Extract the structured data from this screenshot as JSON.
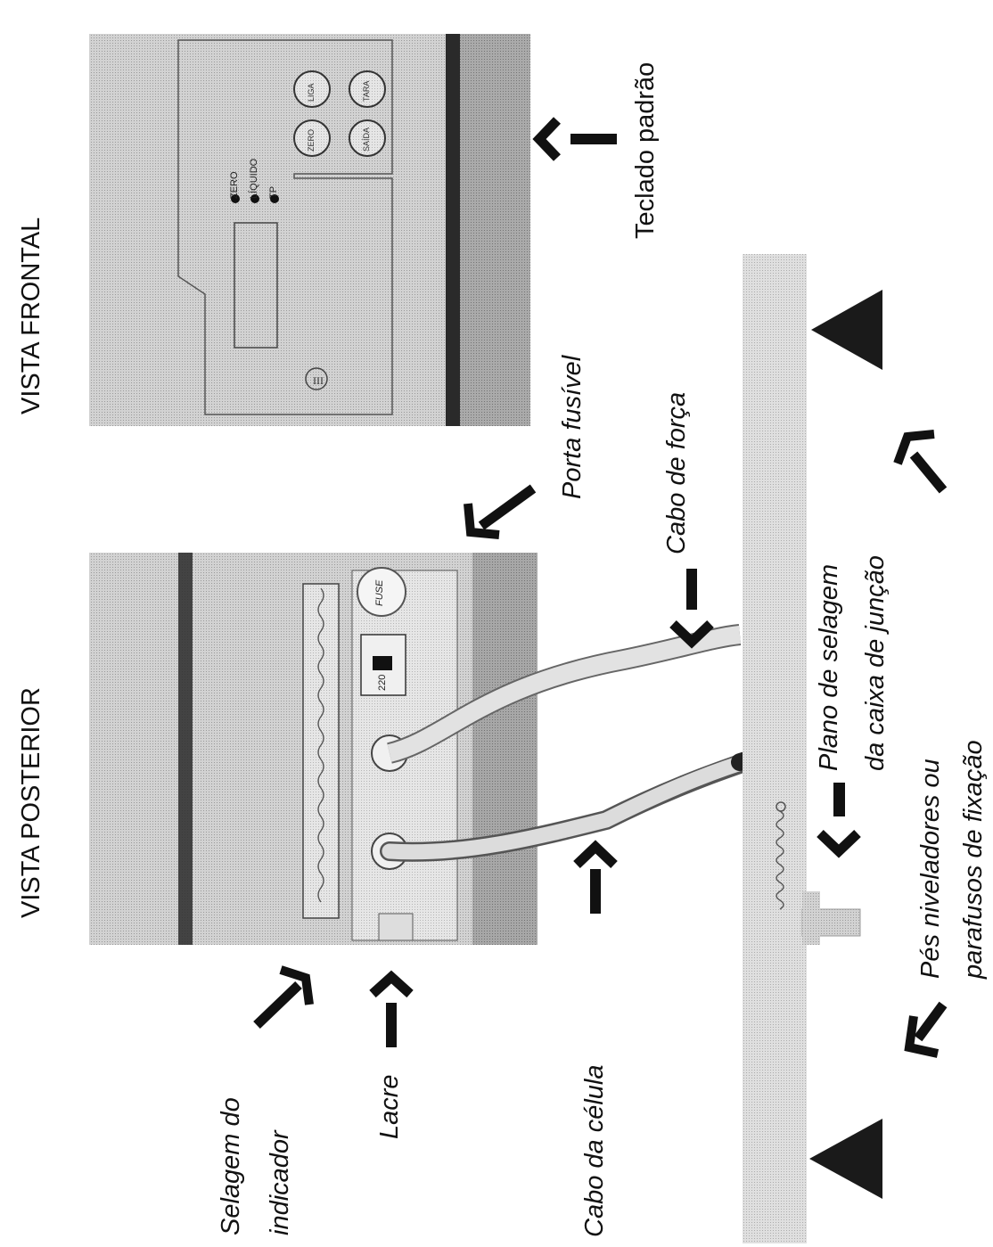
{
  "titles": {
    "rear": "VISTA POSTERIOR",
    "front": "VISTA FRONTAL"
  },
  "labels": {
    "teclado": "Teclado padrão",
    "porta_fusivel": "Porta fusível",
    "cabo_forca": "Cabo de força",
    "selagem_indicador_l1": "Selagem do",
    "selagem_indicador_l2": "indicador",
    "lacre": "Lacre",
    "cabo_celula": "Cabo da célula",
    "plano_selagem_l1": "Plano de selagem",
    "plano_selagem_l2": "da caixa de junção",
    "pes_l1": "Pés niveladores ou",
    "pes_l2": "parafusos de fixação"
  },
  "front_panel": {
    "indicators": [
      "ZERO",
      "LÍQUIDO",
      "TP"
    ],
    "keys": [
      "LIGA",
      "TARA",
      "ZERO",
      "SAÍDA"
    ]
  },
  "rear_panel": {
    "fuse": "FUSE",
    "voltage": "220"
  }
}
